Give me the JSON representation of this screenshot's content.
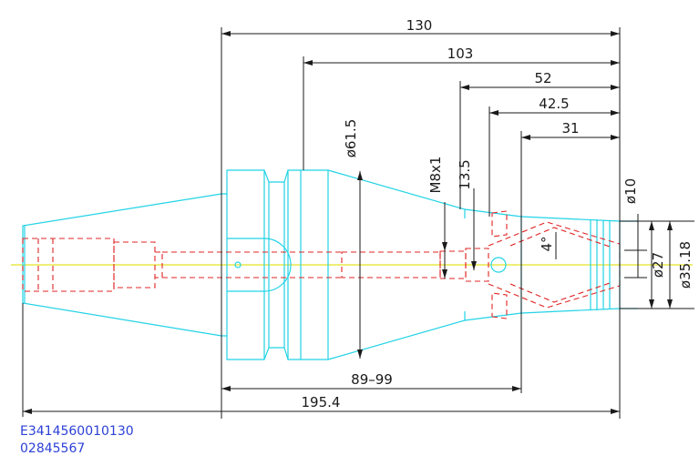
{
  "colors": {
    "outline": "#22d3e6",
    "hidden": "#e02424",
    "centerline": "#e4e426",
    "dimension": "#1a1a1a",
    "code_text": "#2b3fd6"
  },
  "dimensions": {
    "overall_130": "130",
    "len_103": "103",
    "len_52": "52",
    "len_42_5": "42.5",
    "len_31": "31",
    "dia_61_5": "ø61.5",
    "thread_m8x1": "M8x1",
    "len_13_5": "13.5",
    "dia_10": "ø10",
    "angle_4": "4°",
    "dia_27": "ø27",
    "dia_35_18": "ø35.18",
    "range_89_99": "89–99",
    "total_195_4": "195.4"
  },
  "part_codes": {
    "order_no": "E3414560010130",
    "article_no": "02845567"
  }
}
